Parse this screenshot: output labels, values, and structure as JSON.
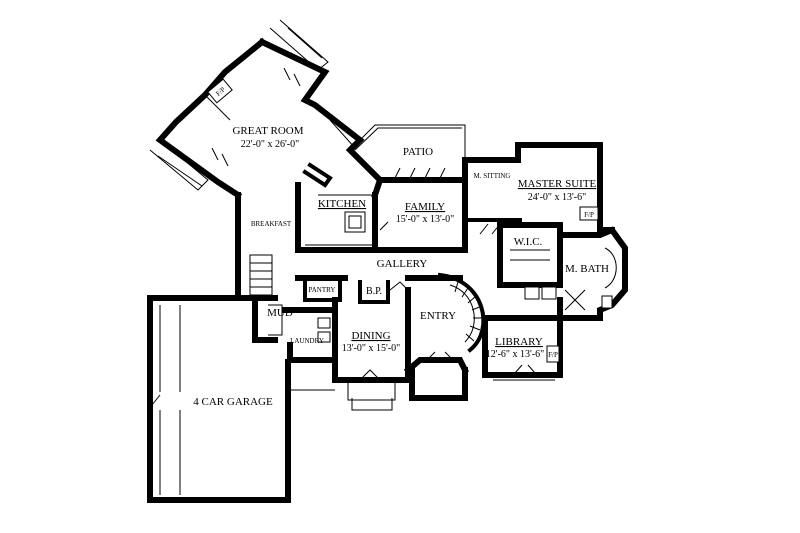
{
  "rooms": {
    "great_room": {
      "name": "GREAT ROOM",
      "size": "22'-0\" x 26'-0\""
    },
    "patio": {
      "name": "PATIO"
    },
    "m_sitting": {
      "name": "M. SITTING"
    },
    "master_suite": {
      "name": "MASTER SUITE",
      "size": "24'-0\" x 13'-6\""
    },
    "kitchen": {
      "name": "KITCHEN"
    },
    "family": {
      "name": "FAMILY",
      "size": "15'-0\" x 13'-0\""
    },
    "breakfast": {
      "name": "BREAKFAST"
    },
    "wic": {
      "name": "W.I.C."
    },
    "m_bath": {
      "name": "M. BATH"
    },
    "gallery": {
      "name": "GALLERY"
    },
    "pantry": {
      "name": "PANTRY"
    },
    "bp": {
      "name": "B.P."
    },
    "mud": {
      "name": "MUD"
    },
    "laundry": {
      "name": "LAUNDRY"
    },
    "dining": {
      "name": "DINING",
      "size": "13'-0\" x 15'-0\""
    },
    "entry": {
      "name": "ENTRY"
    },
    "library": {
      "name": "LIBRARY",
      "size": "12'-6\" x 13'-6\""
    },
    "garage": {
      "name": "4 CAR GARAGE"
    }
  },
  "fireplaces": {
    "great_room": "F/P",
    "master_suite": "F/P",
    "library": "F/P"
  }
}
